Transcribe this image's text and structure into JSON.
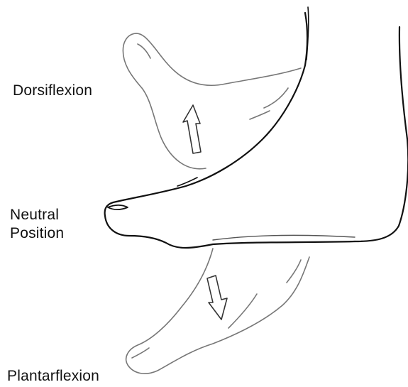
{
  "labels": {
    "dorsiflexion": "Dorsiflexion",
    "neutral_line1": "Neutral",
    "neutral_line2": "Position",
    "plantarflexion": "Plantarflexion"
  },
  "colors": {
    "ink_dark": "#111111",
    "ink_light": "#777777",
    "background": "#ffffff"
  }
}
